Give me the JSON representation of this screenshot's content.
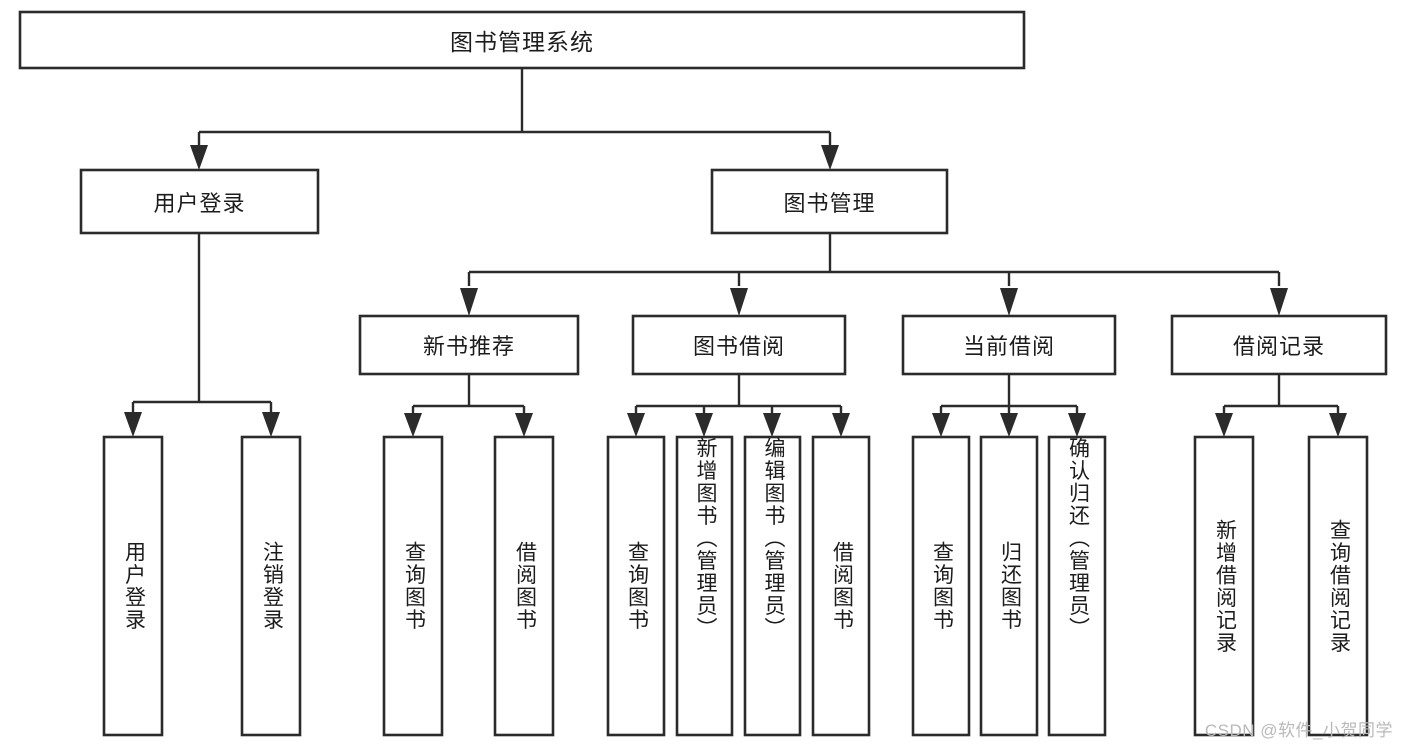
{
  "diagram": {
    "title": "图书管理系统",
    "watermark": "CSDN @软件_小贺同学",
    "root": {
      "label": "图书管理系统"
    },
    "level2": [
      {
        "label": "用户登录"
      },
      {
        "label": "图书管理"
      }
    ],
    "level3": [
      {
        "label": "新书推荐"
      },
      {
        "label": "图书借阅"
      },
      {
        "label": "当前借阅"
      },
      {
        "label": "借阅记录"
      }
    ],
    "leaves": {
      "user_login": [
        {
          "label": "用户登录"
        },
        {
          "label": "注销登录"
        }
      ],
      "new_book_recommend": [
        {
          "label": "查询图书"
        },
        {
          "label": "借阅图书"
        }
      ],
      "book_borrow": [
        {
          "label": "查询图书"
        },
        {
          "label": "新增图书（管理员）"
        },
        {
          "label": "编辑图书（管理员）"
        },
        {
          "label": "借阅图书"
        }
      ],
      "current_borrow": [
        {
          "label": "查询图书"
        },
        {
          "label": "归还图书"
        },
        {
          "label": "确认归还（管理员）"
        }
      ],
      "borrow_record": [
        {
          "label": "新增借阅记录"
        },
        {
          "label": "查询借阅记录"
        }
      ]
    },
    "colors": {
      "stroke": "#2b2b2b",
      "fill": "#ffffff",
      "text": "#1c1c1c",
      "watermark": "#b9b9b9"
    }
  }
}
